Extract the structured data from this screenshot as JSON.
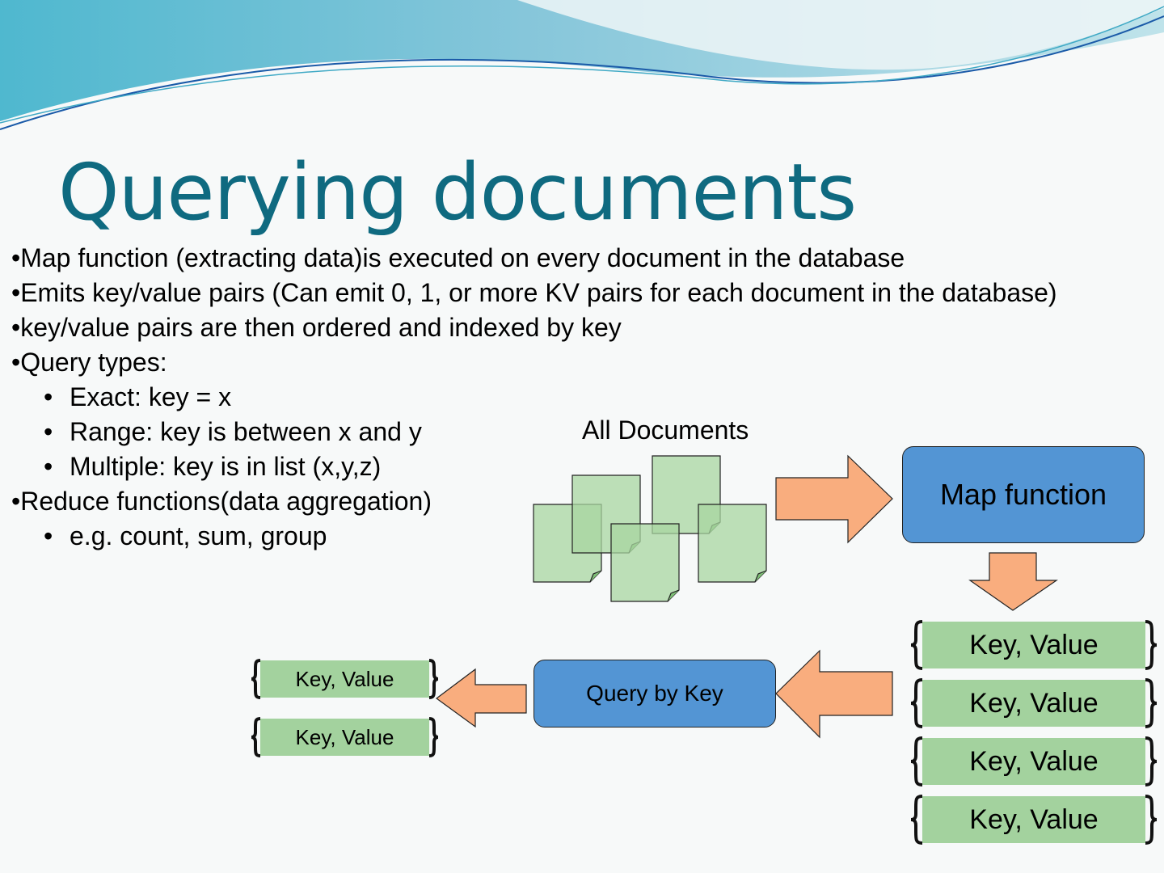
{
  "title": "Querying documents",
  "bullets": [
    {
      "level": 1,
      "text": "•Map function (extracting data)is executed on every document in the database"
    },
    {
      "level": 1,
      "text": "•Emits key/value pairs (Can emit 0, 1, or more KV pairs for each document in the database)"
    },
    {
      "level": 1,
      "text": "•key/value pairs are then ordered and indexed by key"
    },
    {
      "level": 1,
      "text": "•Query types:"
    },
    {
      "level": 2,
      "text": "Exact: key = x"
    },
    {
      "level": 2,
      "text": "Range: key is between x and y"
    },
    {
      "level": 2,
      "text": "Multiple:  key is in list (x,y,z)"
    },
    {
      "level": 1,
      "text": "•Reduce functions(data aggregation)"
    },
    {
      "level": 2,
      "text": "e.g. count, sum, group"
    }
  ],
  "diagram": {
    "all_documents_label": "All Documents",
    "map_function_label": "Map function",
    "query_by_key_label": "Query by Key",
    "kv_results": [
      "Key, Value",
      "Key, Value",
      "Key, Value",
      "Key, Value"
    ],
    "kv_query_results": [
      "Key, Value",
      "Key, Value"
    ]
  },
  "colors": {
    "title": "#0f6a80",
    "process_box": "#5395d4",
    "kv_bar": "#a3d29e",
    "document": "#a8d5a0",
    "arrow": "#f9ad7e"
  }
}
